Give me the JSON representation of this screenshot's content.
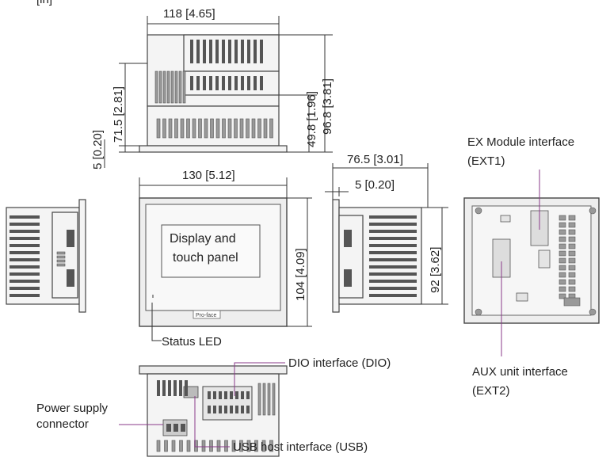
{
  "dimensions": {
    "top_width": "118 [4.65]",
    "top_height_left": "71.5 [2.81]",
    "top_height_right_small": "49.8 [1.96]",
    "top_height_right_large": "96.8 [3.81]",
    "bezel_thickness": "5 [0.20]",
    "front_width": "130 [5.12]",
    "front_height": "104 [4.09]",
    "side_depth": "76.5 [3.01]",
    "side_bezel": "5 [0.20]",
    "side_height": "92 [3.62]"
  },
  "labels": {
    "display_line1": "Display and",
    "display_line2": "touch panel",
    "status_led": "Status LED",
    "logo": "Pro-face",
    "ex_module_line1": "EX Module interface",
    "ex_module_line2": "(EXT1)",
    "aux_unit_line1": "AUX unit interface",
    "aux_unit_line2": "(EXT2)",
    "dio_interface": "DIO interface (DIO)",
    "power_line1": "Power supply",
    "power_line2": "connector",
    "usb_host": "USB host interface (USB)",
    "unit_note": "[in]"
  },
  "colors": {
    "leader": "#8a3a8a",
    "outline": "#444444"
  }
}
